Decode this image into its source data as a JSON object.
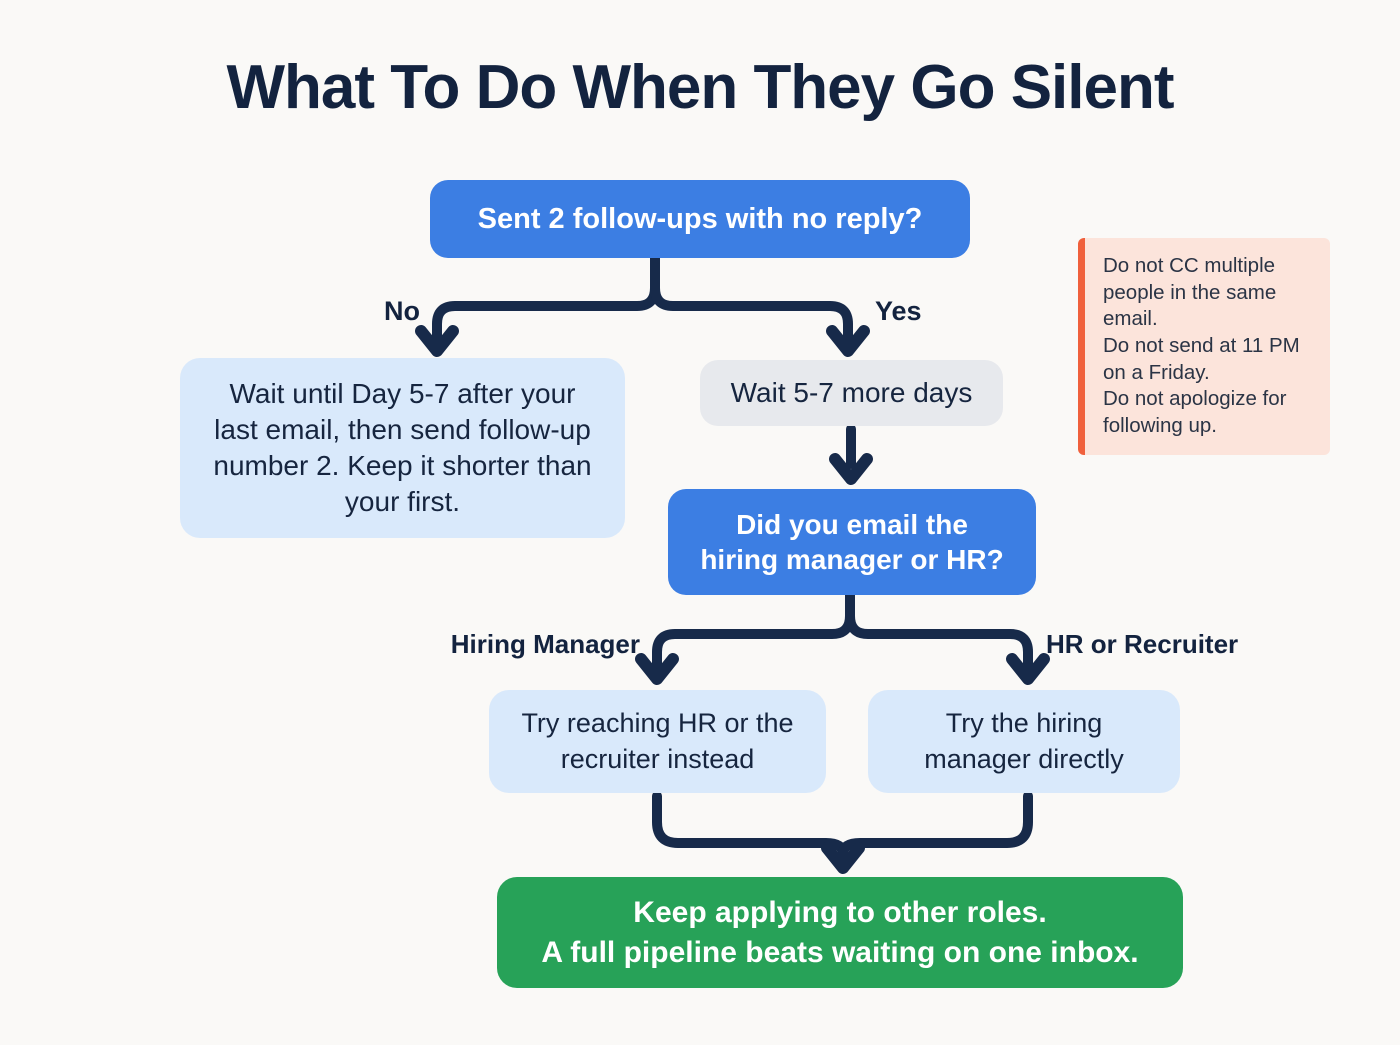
{
  "title": "What To Do When They Go Silent",
  "flow": {
    "question1": "Sent 2 follow-ups with no reply?",
    "label_no": "No",
    "label_yes": "Yes",
    "no_result": "Wait until Day 5-7 after your last email, then send follow-up number 2. Keep it shorter than your first.",
    "yes_result": "Wait 5-7 more days",
    "question2": "Did you email the hiring manager or HR?",
    "label_hiring_manager": "Hiring Manager",
    "label_hr_recruiter": "HR or Recruiter",
    "hiring_manager_result": "Try reaching HR or the recruiter instead",
    "hr_recruiter_result": "Try the hiring manager directly",
    "final_line1": "Keep applying to other roles.",
    "final_line2": "A full pipeline beats waiting on one inbox."
  },
  "note": {
    "lines": [
      "Do not CC multiple people in the same email.",
      "Do not send at 11 PM on a Friday.",
      "Do not apologize for following up."
    ]
  },
  "colors": {
    "background": "#FAF9F7",
    "question_blue": "#3C7EE3",
    "info_light_blue": "#D9E9FB",
    "wait_gray": "#E7E9ED",
    "final_green": "#27A258",
    "text_navy": "#16253F",
    "connector_navy": "#172A4A",
    "note_background": "#FCE4DB",
    "note_border_orange": "#F0603C"
  }
}
